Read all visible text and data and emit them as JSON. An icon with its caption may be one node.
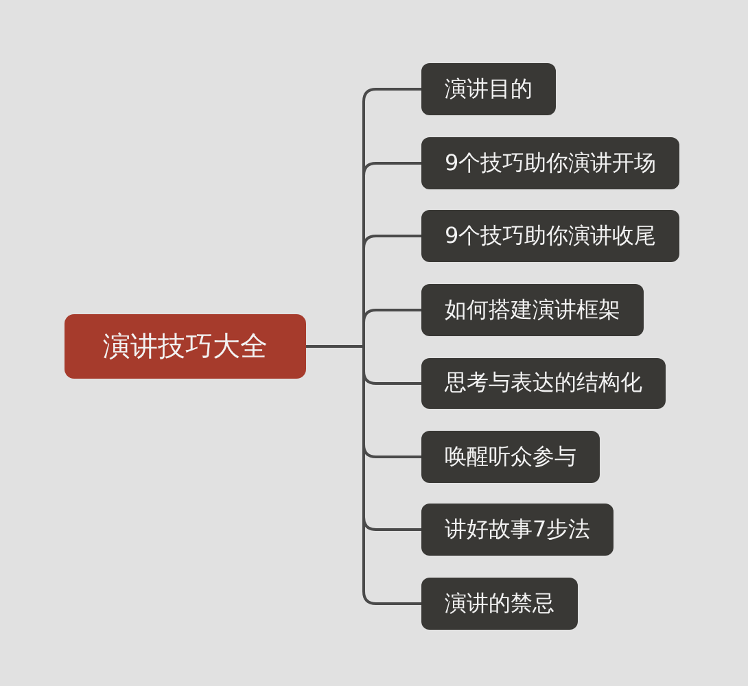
{
  "diagram": {
    "nodes": [
      {
        "text": [
          "演讲技巧大全"
        ]
      },
      {
        "text": [
          "演讲目的"
        ]
      },
      {
        "text": [
          "9个技巧助你演讲开场"
        ]
      },
      {
        "text": [
          "9个技巧助你演讲收尾"
        ]
      },
      {
        "text": [
          "如何搭建演讲框架"
        ]
      },
      {
        "text": [
          "思考与表达的结构化"
        ]
      },
      {
        "text": [
          "唤醒听众参与"
        ]
      },
      {
        "text": [
          "讲好故事7步法"
        ]
      },
      {
        "text": [
          "演讲的禁忌"
        ]
      }
    ],
    "edges": [
      {
        "from": 0,
        "to": 1,
        "arrow": "none"
      },
      {
        "from": 0,
        "to": 2,
        "arrow": "none"
      },
      {
        "from": 0,
        "to": 3,
        "arrow": "none"
      },
      {
        "from": 0,
        "to": 4,
        "arrow": "none"
      },
      {
        "from": 0,
        "to": 5,
        "arrow": "none"
      },
      {
        "from": 0,
        "to": 6,
        "arrow": "none"
      },
      {
        "from": 0,
        "to": 7,
        "arrow": "none"
      },
      {
        "from": 0,
        "to": 8,
        "arrow": "none"
      }
    ]
  }
}
